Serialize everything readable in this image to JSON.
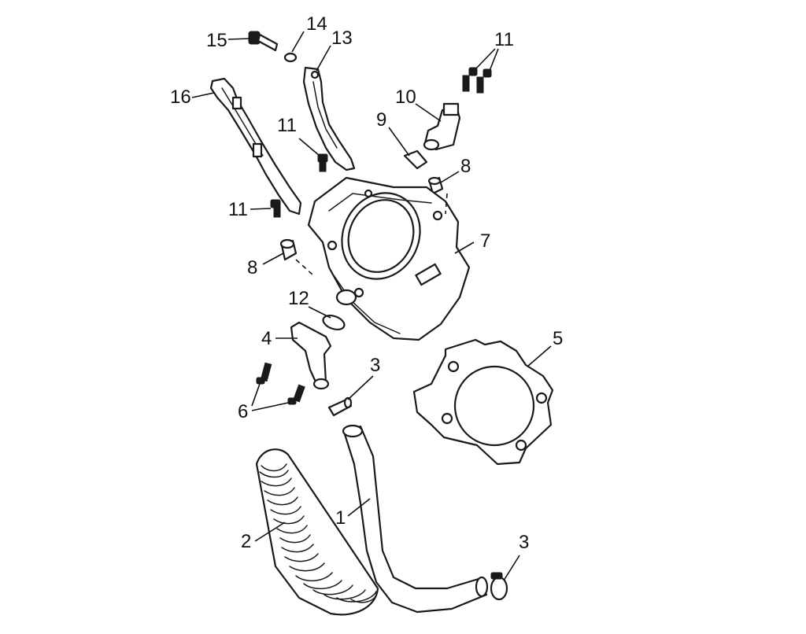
{
  "callouts": {
    "c1": "1",
    "c2": "2",
    "c3a": "3",
    "c3b": "3",
    "c4": "4",
    "c5": "5",
    "c6": "6",
    "c7": "7",
    "c8a": "8",
    "c8b": "8",
    "c9": "9",
    "c10": "10",
    "c11a": "11",
    "c11b": "11",
    "c11c": "11",
    "c12": "12",
    "c13": "13",
    "c14": "14",
    "c15": "15",
    "c16": "16"
  }
}
